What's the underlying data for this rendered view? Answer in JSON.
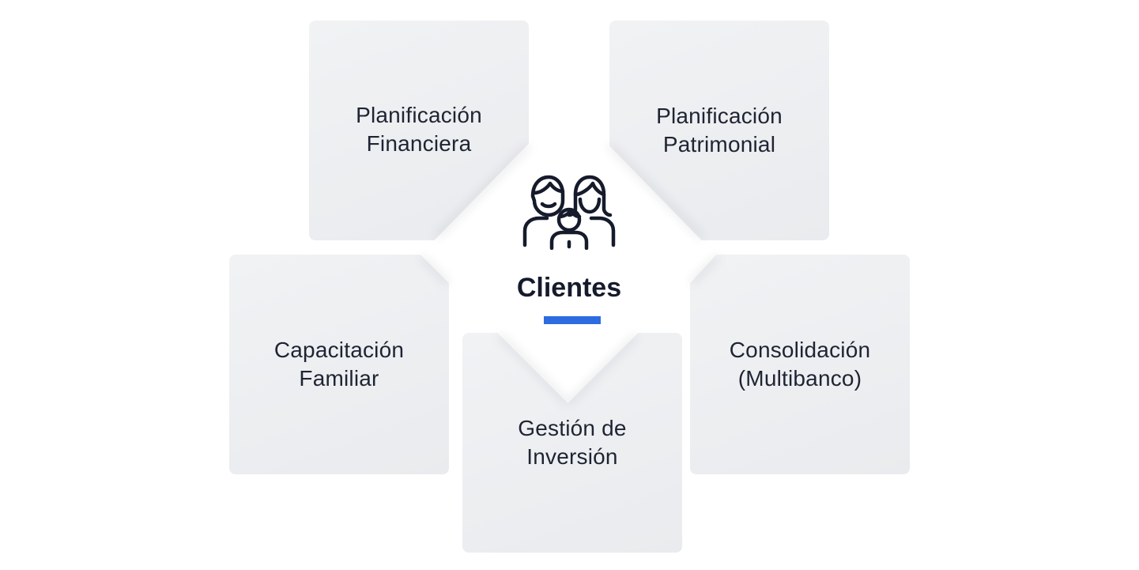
{
  "center": {
    "title": "Clientes",
    "icon": "family-icon",
    "accent_color": "#2d6be0"
  },
  "cards": {
    "top_left": {
      "line1": "Planificación",
      "line2": "Financiera"
    },
    "top_right": {
      "line1": "Planificación",
      "line2": "Patrimonial"
    },
    "middle_left": {
      "line1": "Capacitación",
      "line2": "Familiar"
    },
    "middle_right": {
      "line1": "Consolidación",
      "line2": "(Multibanco)"
    },
    "bottom_center": {
      "line1": "Gestión de",
      "line2": "Inversión"
    }
  },
  "colors": {
    "card_background": "#eceef1",
    "text": "#1f2433",
    "title": "#161b2c"
  }
}
